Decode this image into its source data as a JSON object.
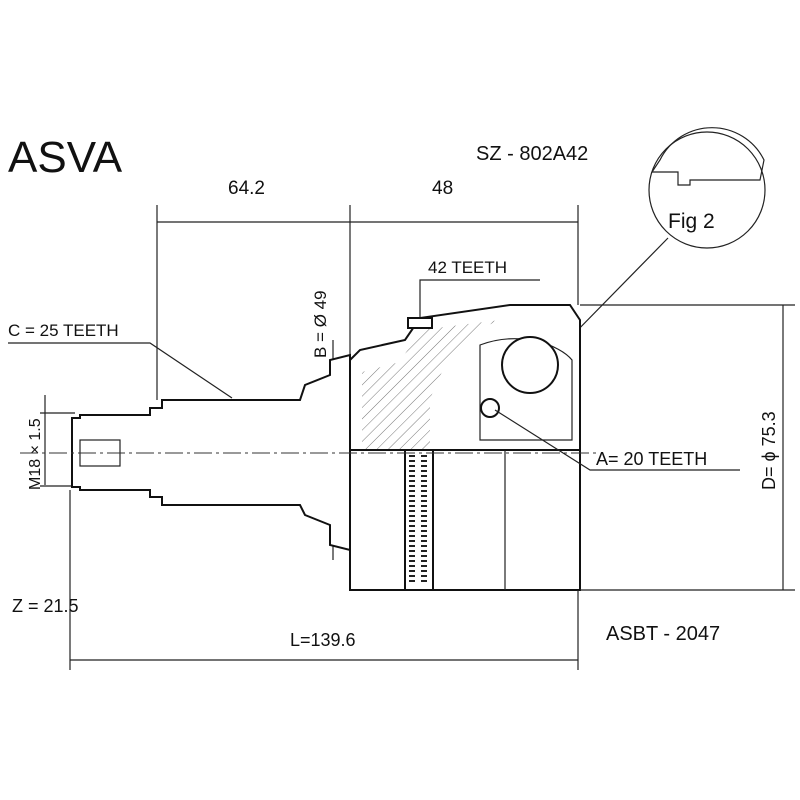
{
  "brand": "ASVA",
  "part_number": "SZ - 802A42",
  "figure_label": "Fig 2",
  "dimensions": {
    "shaft_length": "64.2",
    "housing_length": "48",
    "outer_teeth": "42 TEETH",
    "bore": "B = Ø 49",
    "spline_c": "C = 25 TEETH",
    "thread": "M18 × 1.5",
    "spline_a": "A= 20 TEETH",
    "outer_diameter": "D= ϕ 75.3",
    "z": "Z = 21.5",
    "total_length": "L=139.6"
  },
  "abs_ring_part": "ASBT - 2047"
}
